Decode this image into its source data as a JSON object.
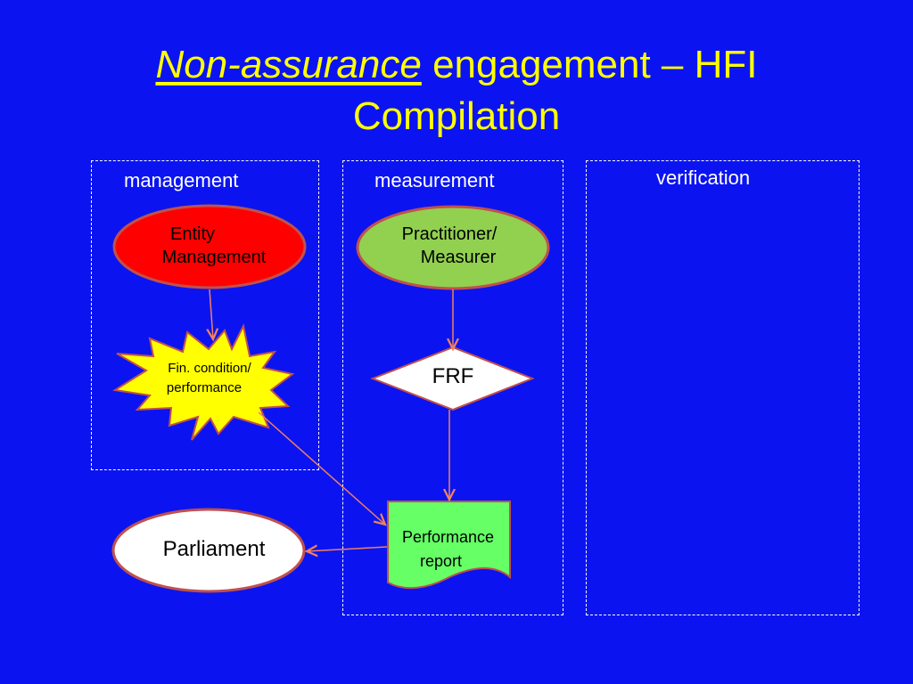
{
  "title": {
    "emphasis": "Non-assurance",
    "rest": " engagement – HFI",
    "line2": "Compilation"
  },
  "zones": {
    "management": "management",
    "measurement": "measurement",
    "verification": "verification"
  },
  "nodes": {
    "entity_line1": "Entity",
    "entity_line2": "Management",
    "fin_line1": "Fin. condition/",
    "fin_line2": "performance",
    "practitioner_line1": "Practitioner/",
    "practitioner_line2": "Measurer",
    "frf": "FRF",
    "report_line1": "Performance",
    "report_line2": "report",
    "parliament": "Parliament"
  },
  "colors": {
    "background": "#0b14f0",
    "title": "#ffff00",
    "entity_fill": "#ff0000",
    "practitioner_fill": "#92d050",
    "star_fill": "#ffff00",
    "report_fill": "#66ff66",
    "arrow": "#f08060"
  }
}
